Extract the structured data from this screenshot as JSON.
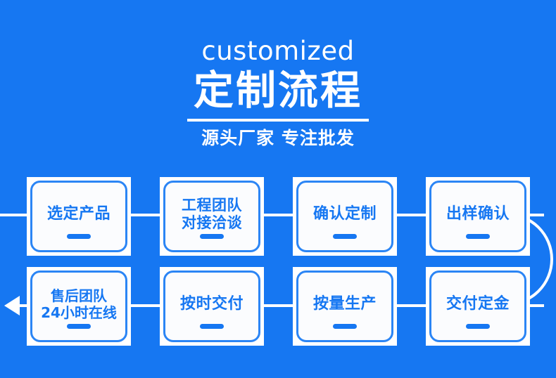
{
  "theme": {
    "background": "#1677f2",
    "accent": "#ffffff",
    "card_fill": "#ffffff",
    "card_inner_fill": "#fbfcfe",
    "card_border": "#2b85f5",
    "card_text": "#1677f2"
  },
  "header": {
    "english_title": "customized",
    "chinese_title": "定制流程",
    "subtitle": "源头厂家  专注批发"
  },
  "flow": {
    "row1": [
      {
        "label": "选定产品",
        "lines": 1,
        "step": 1
      },
      {
        "label": "工程团队\n对接洽谈",
        "lines": 2,
        "step": 2
      },
      {
        "label": "确认定制",
        "lines": 1,
        "step": 3
      },
      {
        "label": "出样确认",
        "lines": 1,
        "step": 4
      }
    ],
    "row2": [
      {
        "label": "售后团队\n24小时在线",
        "lines": 2,
        "step": 8
      },
      {
        "label": "按时交付",
        "lines": 1,
        "step": 7
      },
      {
        "label": "按量生产",
        "lines": 1,
        "step": 6
      },
      {
        "label": "交付定金",
        "lines": 1,
        "step": 5
      }
    ],
    "connectors": {
      "entry_line": "horizontal-line-left-row1",
      "return_curve": "rounded-right-curve",
      "exit_arrow": "left-pointing-arrow"
    }
  }
}
